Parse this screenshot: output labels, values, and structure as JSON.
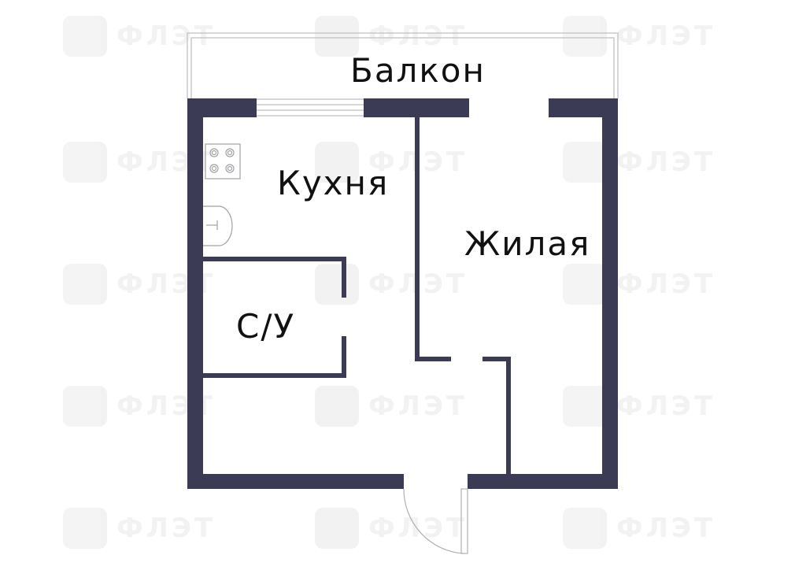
{
  "floorplan": {
    "rooms": {
      "balcony": "Балкон",
      "kitchen": "Кухня",
      "living": "Жилая",
      "bathroom": "С/У"
    },
    "watermark_text": "ФЛЭТ",
    "colors": {
      "wall": "#3b3b55",
      "thin_line": "#c8c8d0",
      "background": "#ffffff"
    }
  }
}
